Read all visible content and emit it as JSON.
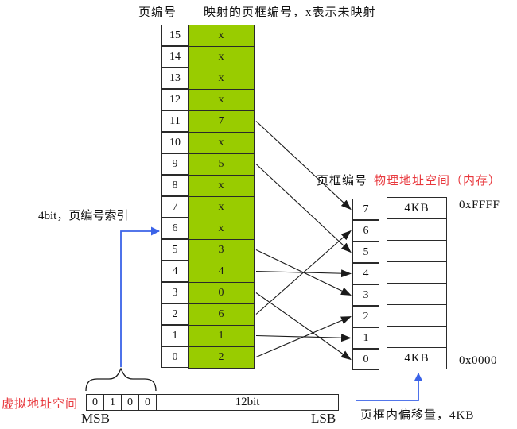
{
  "header": {
    "page_number_label": "页编号",
    "mapped_frame_label": "映射的页框编号，x表示未映射"
  },
  "page_table": {
    "rows": [
      {
        "page": "15",
        "value": "x"
      },
      {
        "page": "14",
        "value": "x"
      },
      {
        "page": "13",
        "value": "x"
      },
      {
        "page": "12",
        "value": "x"
      },
      {
        "page": "11",
        "value": "7"
      },
      {
        "page": "10",
        "value": "x"
      },
      {
        "page": "9",
        "value": "5"
      },
      {
        "page": "8",
        "value": "x"
      },
      {
        "page": "7",
        "value": "x"
      },
      {
        "page": "6",
        "value": "x"
      },
      {
        "page": "5",
        "value": "3"
      },
      {
        "page": "4",
        "value": "4"
      },
      {
        "page": "3",
        "value": "0"
      },
      {
        "page": "2",
        "value": "6"
      },
      {
        "page": "1",
        "value": "1"
      },
      {
        "page": "0",
        "value": "2"
      }
    ]
  },
  "physical": {
    "frame_number_label": "页框编号",
    "space_label": "物理地址空间（内存）",
    "frame_numbers": [
      "7",
      "6",
      "5",
      "4",
      "3",
      "2",
      "1",
      "0"
    ],
    "memory_cells": [
      "4KB",
      "",
      "",
      "",
      "",
      "",
      "",
      "4KB"
    ],
    "top_address": "0xFFFF",
    "bottom_address": "0x0000"
  },
  "virtual": {
    "index_label": "4bit，页编号索引",
    "space_label": "虚拟地址空间",
    "bits": [
      "0",
      "1",
      "0",
      "0"
    ],
    "offset_field_label": "12bit",
    "msb_label": "MSB",
    "lsb_label": "LSB",
    "offset_label": "页框内偏移量，4KB"
  },
  "mappings": [
    {
      "page": 11,
      "frame": 7
    },
    {
      "page": 9,
      "frame": 5
    },
    {
      "page": 5,
      "frame": 3
    },
    {
      "page": 4,
      "frame": 4
    },
    {
      "page": 3,
      "frame": 0
    },
    {
      "page": 2,
      "frame": 6
    },
    {
      "page": 1,
      "frame": 1
    },
    {
      "page": 0,
      "frame": 2
    }
  ],
  "colors": {
    "cell_green": "#99cc00",
    "arrow_blue": "#3b63e8",
    "label_red": "#e8393e",
    "line_black": "#1a1a1a"
  }
}
